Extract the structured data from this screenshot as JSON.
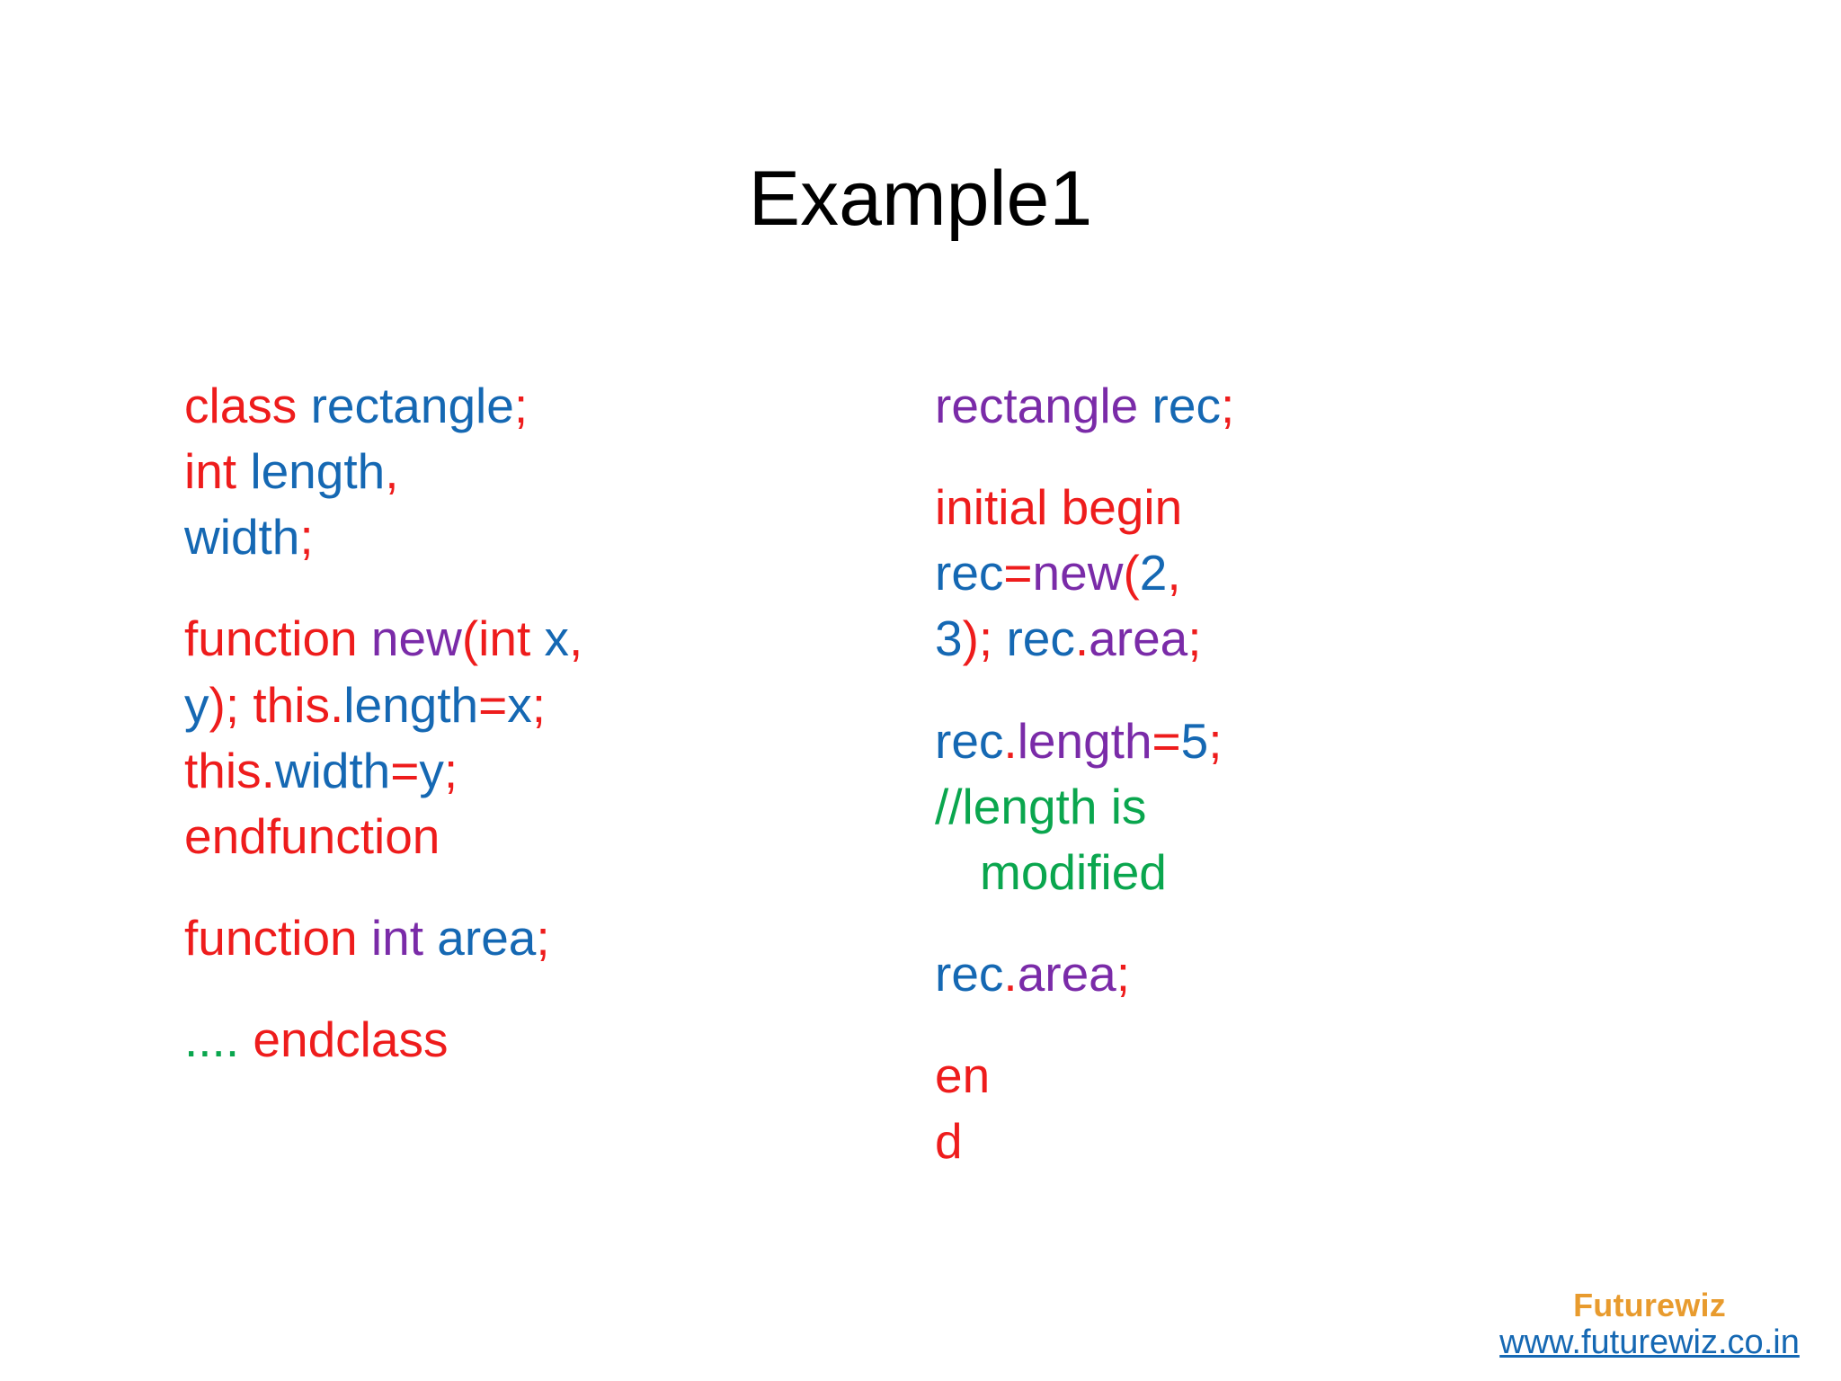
{
  "slide": {
    "title": "Example1"
  },
  "left_column": {
    "lines": [
      {
        "tokens": [
          {
            "t": "class ",
            "c": "key"
          },
          {
            "t": "rectangle",
            "c": "id"
          },
          {
            "t": ";",
            "c": "key"
          }
        ]
      },
      {
        "tokens": [
          {
            "t": "int ",
            "c": "key"
          },
          {
            "t": "length",
            "c": "id"
          },
          {
            "t": ",",
            "c": "key"
          }
        ]
      },
      {
        "tokens": [
          {
            "t": "width",
            "c": "id"
          },
          {
            "t": ";",
            "c": "key"
          }
        ]
      },
      {
        "gap": true,
        "tokens": [
          {
            "t": "function ",
            "c": "key"
          },
          {
            "t": "new",
            "c": "type"
          },
          {
            "t": "(int ",
            "c": "key"
          },
          {
            "t": "x",
            "c": "id"
          },
          {
            "t": ",",
            "c": "key"
          }
        ]
      },
      {
        "tokens": [
          {
            "t": "y",
            "c": "id"
          },
          {
            "t": "); ",
            "c": "key"
          },
          {
            "t": "this.",
            "c": "key"
          },
          {
            "t": "length",
            "c": "id"
          },
          {
            "t": "=",
            "c": "key"
          },
          {
            "t": "x",
            "c": "id"
          },
          {
            "t": ";",
            "c": "key"
          }
        ]
      },
      {
        "tokens": [
          {
            "t": "this.",
            "c": "key"
          },
          {
            "t": "width",
            "c": "id"
          },
          {
            "t": "=",
            "c": "key"
          },
          {
            "t": "y",
            "c": "id"
          },
          {
            "t": ";",
            "c": "key"
          }
        ]
      },
      {
        "tokens": [
          {
            "t": "endfunction",
            "c": "key"
          }
        ]
      },
      {
        "gap": true,
        "tokens": [
          {
            "t": "function ",
            "c": "key"
          },
          {
            "t": "int ",
            "c": "type"
          },
          {
            "t": "area",
            "c": "id"
          },
          {
            "t": ";",
            "c": "key"
          }
        ]
      },
      {
        "gap": true,
        "tokens": [
          {
            "t": "....",
            "c": "com"
          },
          {
            "t": " endclass",
            "c": "key"
          }
        ]
      }
    ]
  },
  "right_column": {
    "lines": [
      {
        "tokens": [
          {
            "t": "rectangle ",
            "c": "type"
          },
          {
            "t": "rec",
            "c": "id"
          },
          {
            "t": ";",
            "c": "key"
          }
        ]
      },
      {
        "gap": true,
        "tokens": [
          {
            "t": "initial begin",
            "c": "key"
          }
        ]
      },
      {
        "tokens": [
          {
            "t": "rec",
            "c": "id"
          },
          {
            "t": "=",
            "c": "key"
          },
          {
            "t": "new",
            "c": "type"
          },
          {
            "t": "(",
            "c": "key"
          },
          {
            "t": "2",
            "c": "id"
          },
          {
            "t": ",",
            "c": "key"
          }
        ]
      },
      {
        "tokens": [
          {
            "t": "3",
            "c": "id"
          },
          {
            "t": "); ",
            "c": "key"
          },
          {
            "t": "rec",
            "c": "id"
          },
          {
            "t": ".",
            "c": "key"
          },
          {
            "t": "area",
            "c": "type"
          },
          {
            "t": ";",
            "c": "key"
          }
        ]
      },
      {
        "gap": true,
        "tokens": [
          {
            "t": "rec",
            "c": "id"
          },
          {
            "t": ".",
            "c": "key"
          },
          {
            "t": "length",
            "c": "type"
          },
          {
            "t": "=",
            "c": "key"
          },
          {
            "t": "5",
            "c": "id"
          },
          {
            "t": ";",
            "c": "key"
          }
        ]
      },
      {
        "tokens": [
          {
            "t": "//length is",
            "c": "com"
          }
        ]
      },
      {
        "indent": true,
        "tokens": [
          {
            "t": "modified",
            "c": "com"
          }
        ]
      },
      {
        "gap": true,
        "tokens": [
          {
            "t": "rec",
            "c": "id"
          },
          {
            "t": ".",
            "c": "key"
          },
          {
            "t": "area",
            "c": "type"
          },
          {
            "t": ";",
            "c": "key"
          }
        ]
      },
      {
        "gap": true,
        "tokens": [
          {
            "t": "en",
            "c": "key"
          }
        ]
      },
      {
        "tokens": [
          {
            "t": "d",
            "c": "key"
          }
        ]
      }
    ]
  },
  "footer": {
    "brand_name": "Futurewiz",
    "brand_url": "www.futurewiz.co.in"
  }
}
